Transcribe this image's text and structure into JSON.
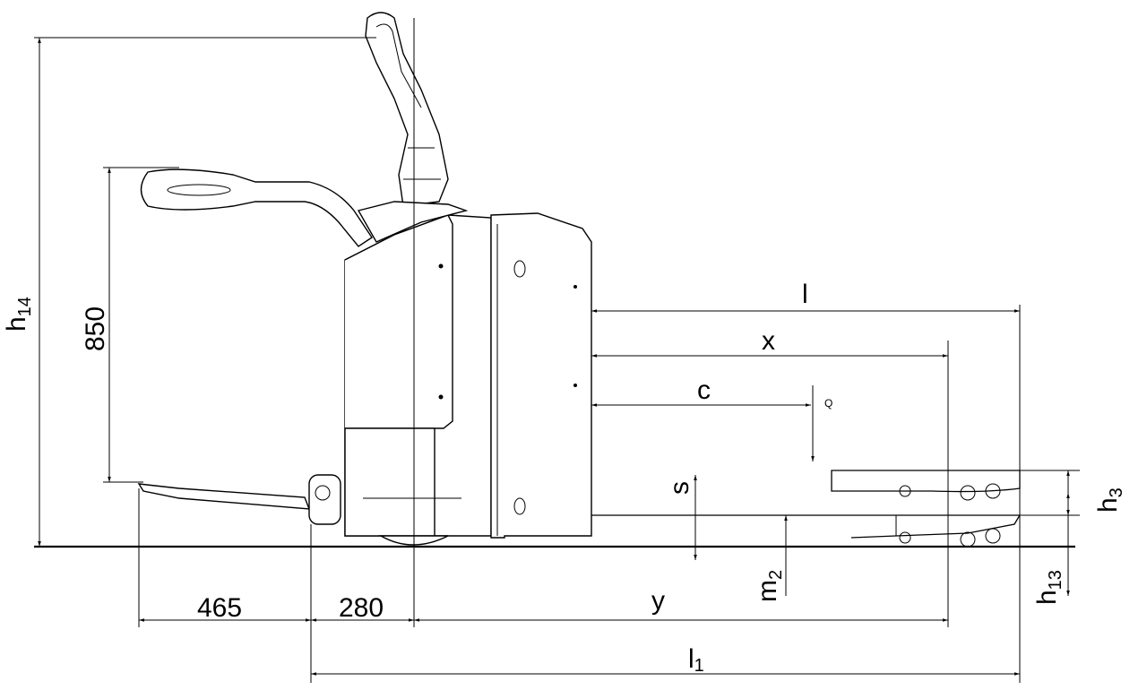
{
  "drawing": {
    "labels": {
      "h14": "h",
      "h14_sub": "14",
      "d850": "850",
      "l": "l",
      "x": "x",
      "c": "c",
      "Q": "Q",
      "s": "s",
      "h3": "h",
      "h3_sub": "3",
      "m2": "m",
      "m2_sub": "2",
      "h13": "h",
      "h13_sub": "13",
      "d465": "465",
      "d280": "280",
      "y": "y",
      "l1": "l",
      "l1_sub": "1"
    }
  }
}
